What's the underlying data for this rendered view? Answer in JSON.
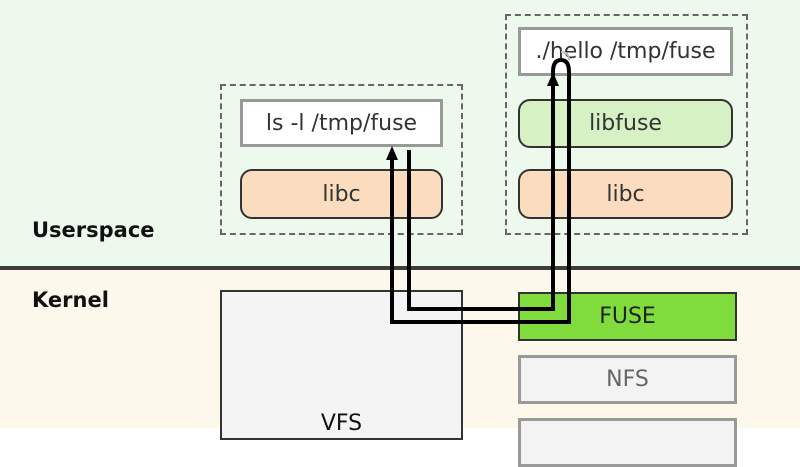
{
  "labels": {
    "userspace": "Userspace",
    "kernel": "Kernel"
  },
  "left_process": {
    "command": "ls -l /tmp/fuse",
    "library": "libc"
  },
  "right_process": {
    "command": "./hello /tmp/fuse",
    "library_top": "libfuse",
    "library_bottom": "libc"
  },
  "kernel": {
    "vfs": "VFS",
    "fuse": "FUSE",
    "nfs": "NFS"
  },
  "colors": {
    "userspace_bg": "#eef9ee",
    "kernel_bg": "#fdf8ec",
    "libc_fill": "#fbdcbf",
    "libfuse_fill": "#d6f2c4",
    "fuse_fill": "#7fdc3c",
    "nfs_fill": "#f3f3f3",
    "vfs_fill": "#f4f4f4"
  }
}
